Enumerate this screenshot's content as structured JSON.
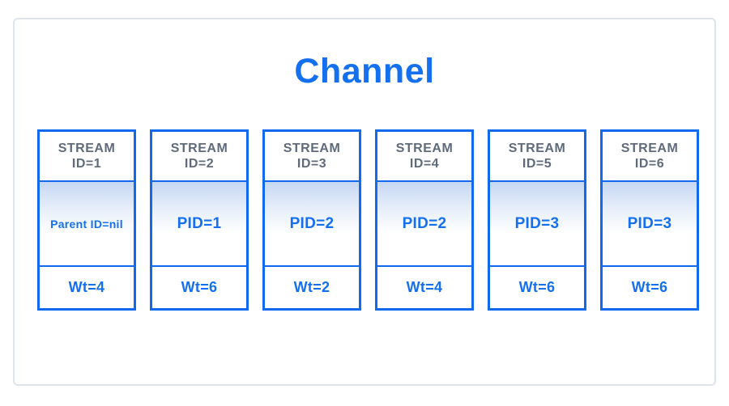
{
  "title": "Channel",
  "colors": {
    "accent_blue": "#1169EE",
    "title_blue": "#1570EF",
    "header_text_gray": "#5F6B7C",
    "frame_border": "#DFE4EC",
    "gradient_top_blue": "#C6D7F3"
  },
  "streams": [
    {
      "stream_label": "STREAM",
      "id_label": "ID=1",
      "pid_label": "Parent ID=nil",
      "weight_label": "Wt=4"
    },
    {
      "stream_label": "STREAM",
      "id_label": "ID=2",
      "pid_label": "PID=1",
      "weight_label": "Wt=6"
    },
    {
      "stream_label": "STREAM",
      "id_label": "ID=3",
      "pid_label": "PID=2",
      "weight_label": "Wt=2"
    },
    {
      "stream_label": "STREAM",
      "id_label": "ID=4",
      "pid_label": "PID=2",
      "weight_label": "Wt=4"
    },
    {
      "stream_label": "STREAM",
      "id_label": "ID=5",
      "pid_label": "PID=3",
      "weight_label": "Wt=6"
    },
    {
      "stream_label": "STREAM",
      "id_label": "ID=6",
      "pid_label": "PID=3",
      "weight_label": "Wt=6"
    }
  ]
}
